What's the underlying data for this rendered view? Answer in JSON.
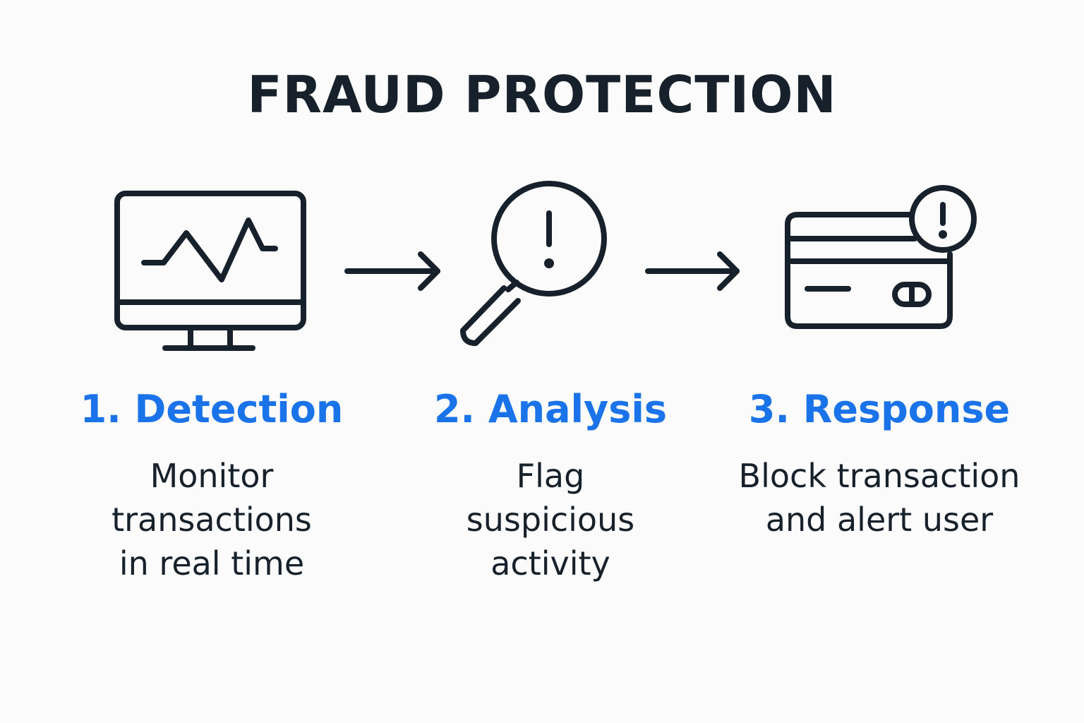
{
  "title": "FRAUD PROTECTION",
  "colors": {
    "accent": "#1a73e8",
    "ink": "#17212b",
    "background": "#fbfbfb"
  },
  "steps": [
    {
      "title": "1. Detection",
      "desc_lines": [
        "Monitor",
        "transactions",
        "in real time"
      ],
      "icon": "monitor-pulse-icon"
    },
    {
      "title": "2. Analysis",
      "desc_lines": [
        "Flag",
        "suspicious",
        "activity"
      ],
      "icon": "magnifier-alert-icon"
    },
    {
      "title": "3. Response",
      "desc_lines": [
        "Block transaction",
        "and alert user"
      ],
      "icon": "card-alert-icon"
    }
  ]
}
